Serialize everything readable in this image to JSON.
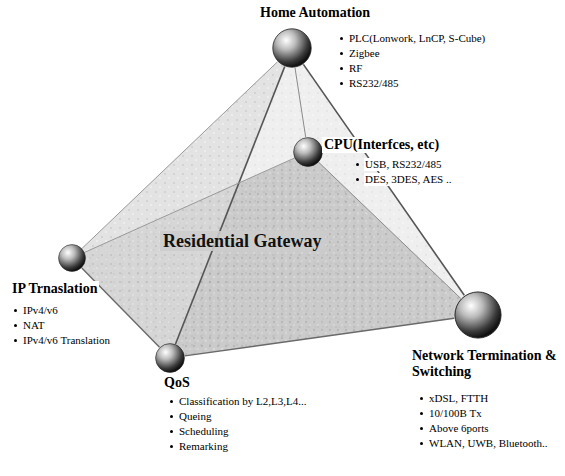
{
  "diagram": {
    "nodes": [
      {
        "text": [
          "Home Automation",
          "PLC(Lonwork, LnCP, S-Cube)",
          "Zigbee",
          "RF",
          "RS232/485"
        ]
      },
      {
        "text": [
          "CPU(Interfces, etc)",
          "USB, RS232/485",
          "DES, 3DES, AES .."
        ]
      },
      {
        "text": [
          "IP Trnaslation",
          "IPv4/v6",
          "NAT",
          "IPv4/v6 Translation"
        ]
      },
      {
        "text": [
          "Network Termination & Switching",
          "xDSL, FTTH",
          "10/100B Tx",
          "Above 6ports",
          "WLAN, UWB, Bluetooth.."
        ]
      },
      {
        "text": [
          "QoS",
          "Classification by L2,L3,L4...",
          "Queing",
          "Scheduling",
          "Remarking"
        ]
      }
    ],
    "edges": [
      {
        "from": 0,
        "to": 2,
        "arrow": "none"
      },
      {
        "from": 0,
        "to": 1,
        "arrow": "none"
      },
      {
        "from": 0,
        "to": 4,
        "arrow": "none"
      },
      {
        "from": 0,
        "to": 3,
        "arrow": "none"
      },
      {
        "from": 2,
        "to": 1,
        "arrow": "none"
      },
      {
        "from": 1,
        "to": 3,
        "arrow": "none"
      },
      {
        "from": 2,
        "to": 4,
        "arrow": "none"
      },
      {
        "from": 4,
        "to": 3,
        "arrow": "none"
      }
    ],
    "labels": [
      "Residential Gateway"
    ]
  }
}
